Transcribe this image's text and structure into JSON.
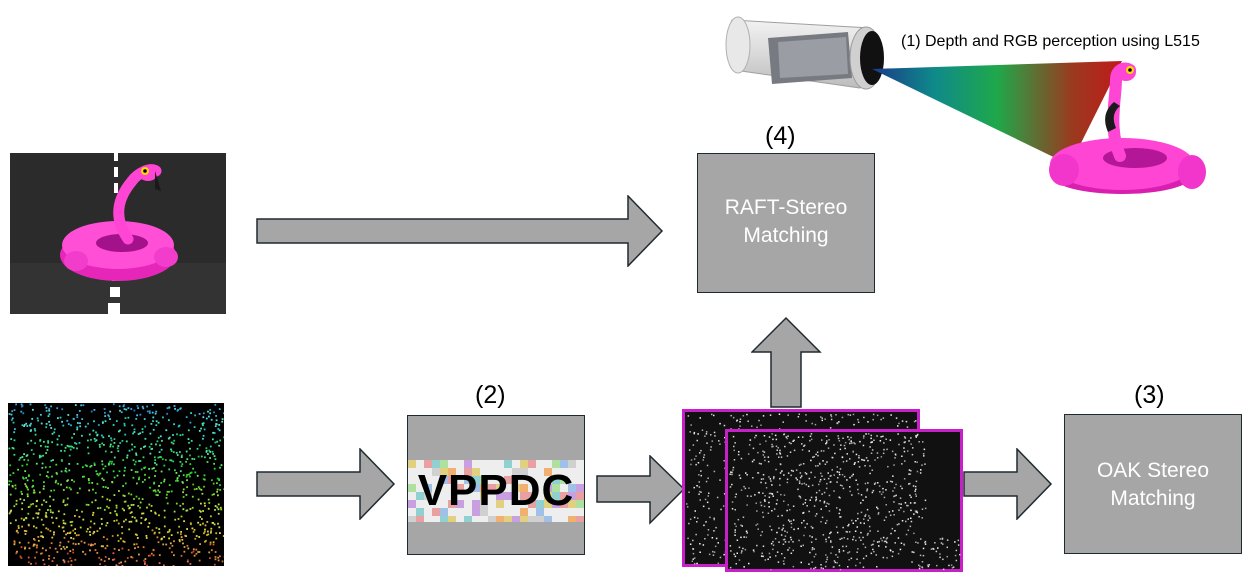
{
  "caption_l515": "(1) Depth and RGB perception using L515",
  "steps": {
    "step4": "(4)",
    "step2": "(2)",
    "step3": "(3)"
  },
  "boxes": {
    "raft_line1": "RAFT-Stereo",
    "raft_line2": "Matching",
    "oak_line1": "OAK Stereo",
    "oak_line2": "Matching",
    "vppdc_text": "VPPDC"
  },
  "colors": {
    "box_fill": "#a6a6a6",
    "arrow_fill": "#a6a6a6",
    "outline": "#1f2a30",
    "frame_magenta": "#c81fc8",
    "flamingo_pink": "#ff3fd2"
  }
}
